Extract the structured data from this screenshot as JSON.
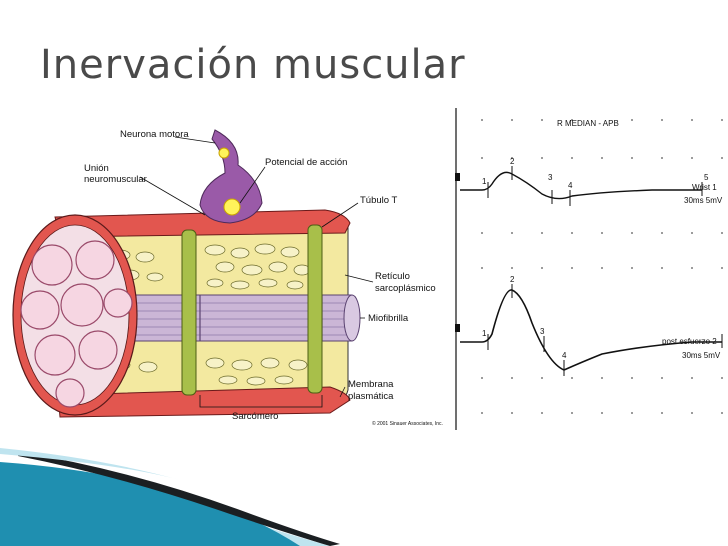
{
  "slide": {
    "title": "Inervación muscular"
  },
  "muscle_diagram": {
    "labels": {
      "neurona_motora": "Neurona motora",
      "union_1": "Unión",
      "union_2": "neuromuscular",
      "potencial": "Potencial de acción",
      "tubulo": "Túbulo T",
      "reticulo_1": "Retículo",
      "reticulo_2": "sarcoplásmico",
      "miofibrilla": "Miofibrilla",
      "membrana_1": "Membrana",
      "membrana_2": "plasmática",
      "sarcomero": "Sarcómero"
    },
    "copyright": "© 2001 Sinauer Associates, Inc."
  },
  "emg": {
    "header": "R MEDIAN - APB",
    "trace1": {
      "label": "Wrist 1",
      "scale": "30ms 5mV",
      "markers": [
        "1",
        "2",
        "3",
        "4",
        "5"
      ]
    },
    "trace2": {
      "label": "post esfuerzo 2",
      "scale": "30ms 5mV",
      "markers": [
        "1",
        "2",
        "3",
        "4"
      ]
    }
  },
  "colors": {
    "title": "#4a4a4a",
    "deco_teal": "#1f8fb0",
    "deco_light": "#bfe4ef",
    "deco_dark": "#1b1f22"
  }
}
